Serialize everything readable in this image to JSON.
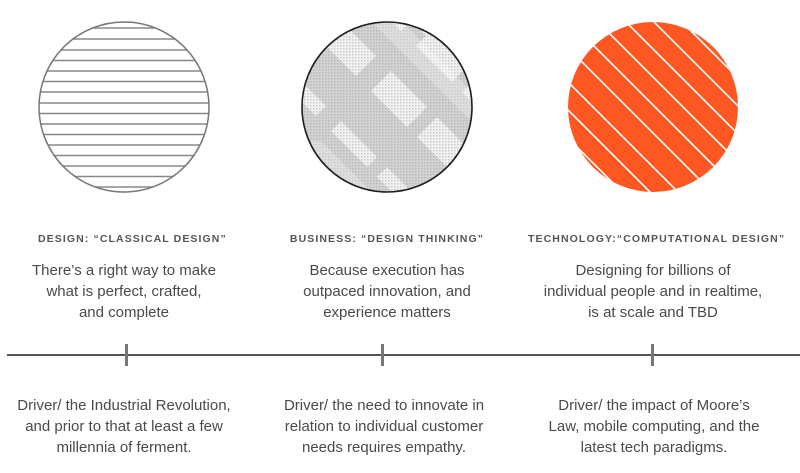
{
  "columns": [
    {
      "id": "design",
      "circle": {
        "style": "horizontal-lines",
        "stroke": "#777777",
        "fill": "#ffffff"
      },
      "heading": "DESIGN: “CLASSICAL DESIGN”",
      "description": [
        "There’s a right way to make",
        "what is perfect, crafted,",
        "and complete"
      ],
      "driver": [
        "Driver/ the Industrial Revolution,",
        "and prior to that at least a few",
        "millennia of ferment."
      ]
    },
    {
      "id": "business",
      "circle": {
        "style": "plaid-halftone",
        "stroke": "#222222",
        "fill": "#e6e6e6"
      },
      "heading": "BUSINESS: “DESIGN THINKING”",
      "description": [
        "Because execution has",
        "outpaced innovation, and",
        "experience matters"
      ],
      "driver": [
        "Driver/ the need to innovate in",
        "relation to individual customer",
        "needs requires empathy."
      ]
    },
    {
      "id": "technology",
      "circle": {
        "style": "diagonal-stripes",
        "stroke": "#ffffff",
        "fill": "#ff5722"
      },
      "heading": "TECHNOLOGY:“COMPUTATIONAL DESIGN”",
      "description": [
        "Designing for billions of",
        "individual people and in realtime,",
        "is at scale and TBD"
      ],
      "driver": [
        "Driver/ the impact of Moore’s",
        "Law, mobile computing, and the",
        "latest tech paradigms."
      ]
    }
  ],
  "colors": {
    "accent": "#ff5722",
    "text": "#4a4a4a",
    "heading": "#555555",
    "timeline": "#555555"
  }
}
